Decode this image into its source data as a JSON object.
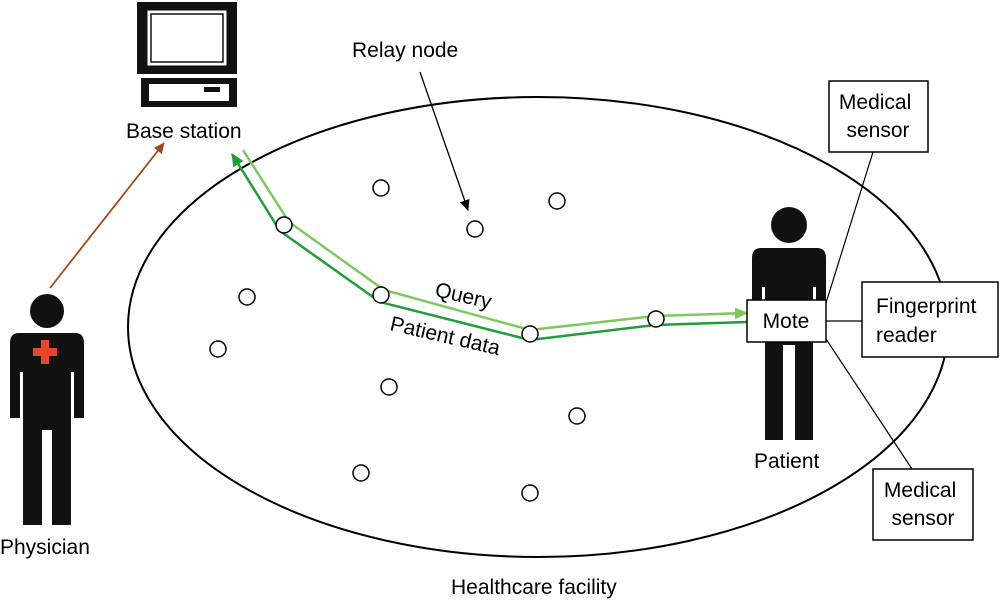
{
  "labels": {
    "relay_node": "Relay node",
    "base_station": "Base station",
    "physician": "Physician",
    "patient": "Patient",
    "healthcare_facility": "Healthcare facility",
    "query": "Query",
    "patient_data": "Patient data",
    "mote": "Mote"
  },
  "boxes": {
    "medical_sensor_top": [
      "Medical",
      "sensor"
    ],
    "fingerprint_reader": [
      "Fingerprint",
      "reader"
    ],
    "medical_sensor_bottom": [
      "Medical",
      "sensor"
    ]
  },
  "colors": {
    "query_path": "#7dc95e",
    "patient_data_path": "#1f9e3a",
    "physician_arrow": "#9c4a1a",
    "red_cross": "#e8452c",
    "figure": "#111111"
  }
}
